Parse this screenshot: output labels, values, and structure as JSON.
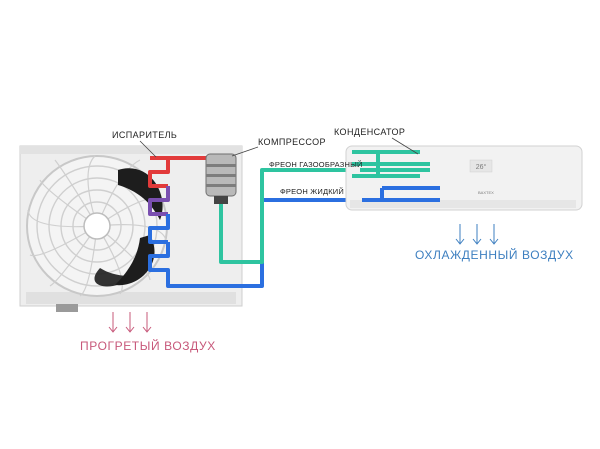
{
  "labels": {
    "evaporator": "ИСПАРИТЕЛЬ",
    "compressor": "КОМПРЕССОР",
    "condenser": "КОНДЕНСАТОР",
    "freon_gas": "ФРЕОН ГАЗООБРАЗНЫЙ",
    "freon_liquid": "ФРЕОН ЖИДКИЙ",
    "warm_air": "ПРОГРЕТЫЙ ВОЗДУХ",
    "cool_air": "ОХЛАЖДЕННЫЙ ВОЗДУХ",
    "brand": "BAXTEX",
    "display": "26°"
  },
  "colors": {
    "hot": "#e23a3a",
    "gas": "#2ec4a0",
    "liquid": "#2b6fe0",
    "purple": "#7a4fb0",
    "warm_air": "#c7587a",
    "cool_air": "#3d7fc0"
  }
}
